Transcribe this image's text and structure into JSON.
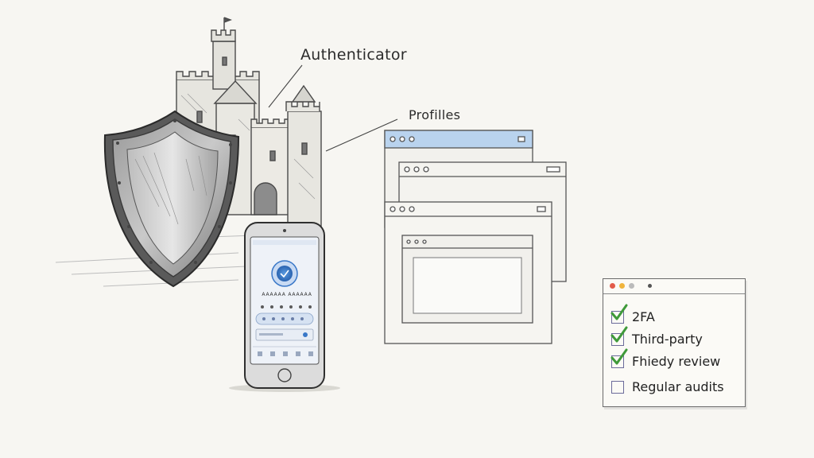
{
  "labels": {
    "authenticator": "Authenticator",
    "profiles": "Profilles"
  },
  "phone": {
    "screen_title": "AAAAAA AAAAAA",
    "accent_color": "#3a78c8"
  },
  "checklist": {
    "items": [
      {
        "label": "2FA",
        "checked": true
      },
      {
        "label": "Third-party",
        "checked": true
      },
      {
        "label": "Fhiedy review",
        "checked": true
      },
      {
        "label": "Regular audits",
        "checked": false
      }
    ],
    "tick_color": "#3f9a3a",
    "box_color": "#6b6b9a"
  },
  "colors": {
    "paper": "#f7f6f2",
    "ink": "#3a3a3a",
    "browser_blue": "#b9d3ee"
  },
  "icons": [
    "shield-icon",
    "castle-icon",
    "smartphone-icon",
    "browser-window-icon",
    "checkmark-icon"
  ]
}
